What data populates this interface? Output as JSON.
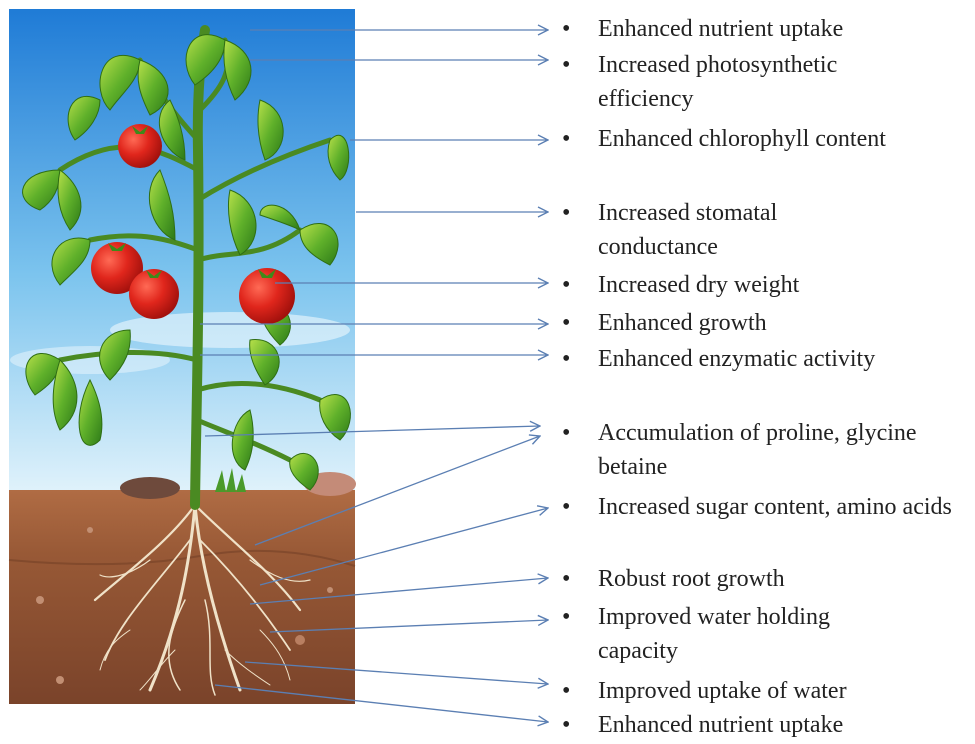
{
  "effects": [
    {
      "text": "Enhanced nutrient  uptake"
    },
    {
      "text": "Increased photosynthetic efficiency"
    },
    {
      "text": "Enhanced chlorophyll content"
    },
    {
      "text": "Increased stomatal conductance"
    },
    {
      "text": "Increased  dry weight"
    },
    {
      "text": "Enhanced growth"
    },
    {
      "text": "Enhanced enzymatic activity"
    },
    {
      "text": "Accumulation of proline, glycine  betaine"
    },
    {
      "text": "Increased sugar content, amino acids"
    },
    {
      "text": "Robust root growth"
    },
    {
      "text": "Improved water holding capacity"
    },
    {
      "text": "Improved uptake of water"
    },
    {
      "text": "Enhanced nutrient uptake"
    }
  ],
  "colors": {
    "arrow": "#5b7fb3",
    "sky_top": "#1f7bd6",
    "sky_bottom": "#d6eef9",
    "soil": "#9a5c3a",
    "leaf": "#3f9a1e",
    "tomato": "#d9231c"
  }
}
